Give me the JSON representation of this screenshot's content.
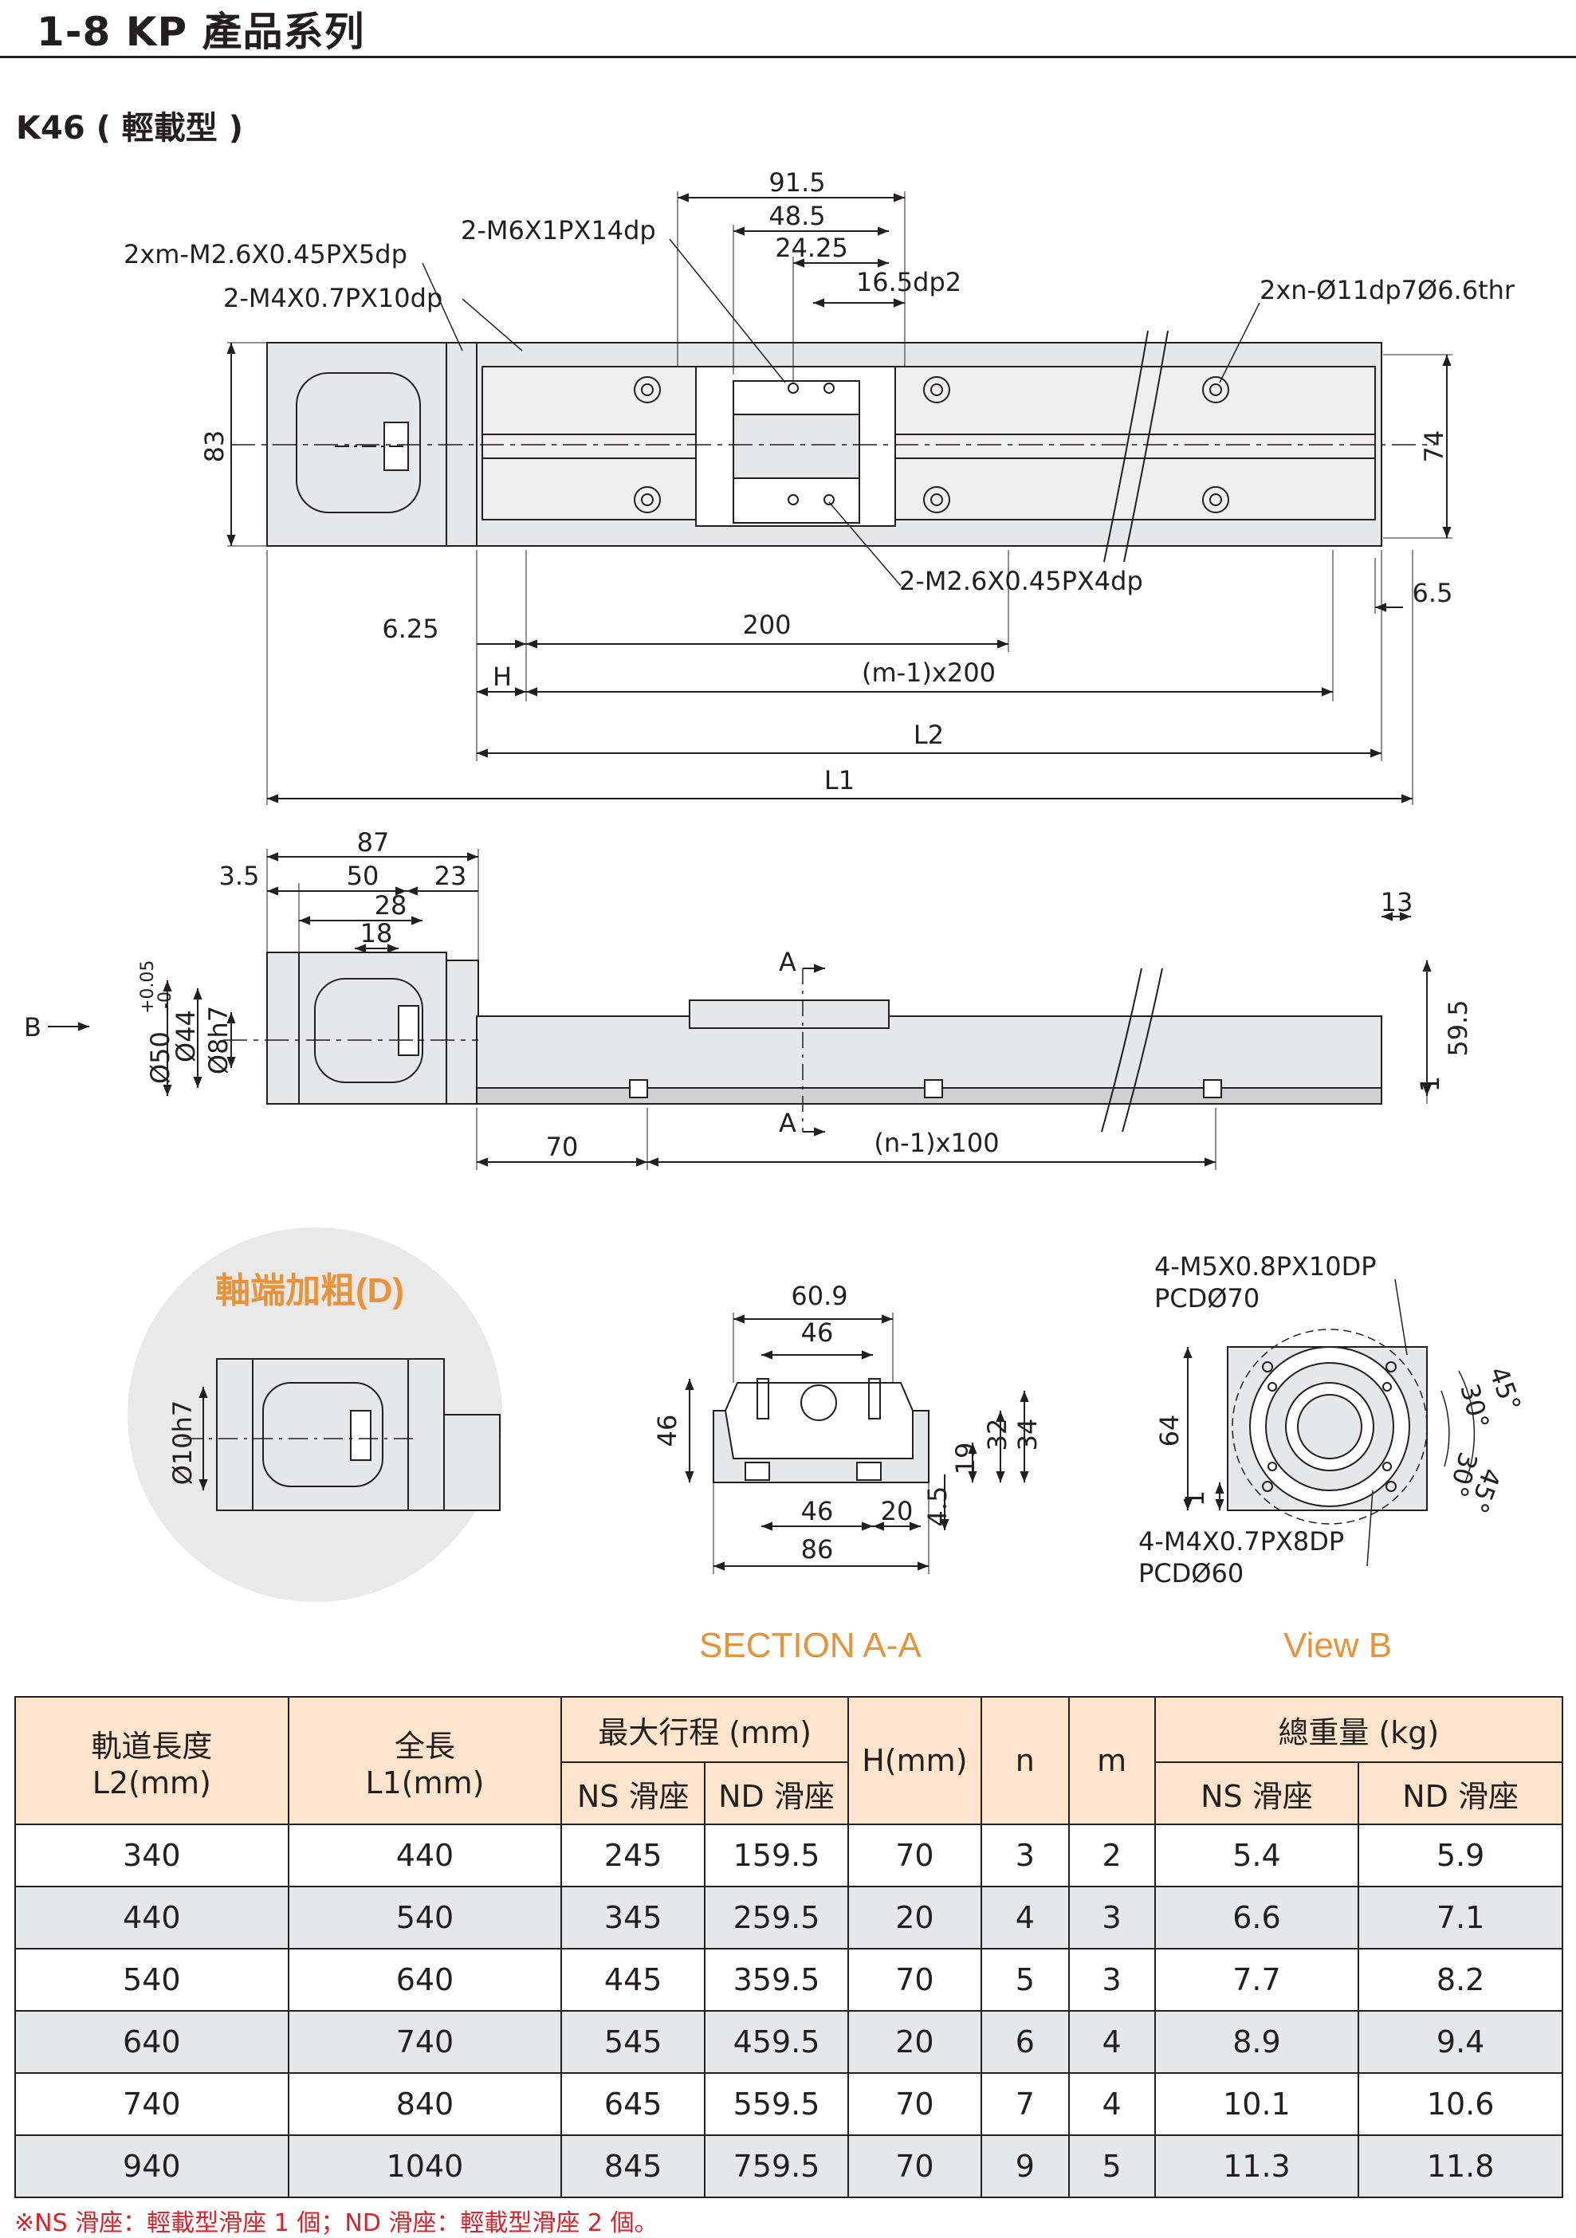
{
  "header": {
    "title": "1-8 KP 產品系列"
  },
  "model": {
    "label": "K46 ( 輕載型 )"
  },
  "top_view": {
    "dims": [
      "91.5",
      "48.5",
      "24.25",
      "16.5dp2",
      "83",
      "74",
      "6.5",
      "6.25",
      "200",
      "H",
      "(m-1)x200",
      "L2",
      "L1"
    ],
    "callouts": [
      "2xm-M2.6X0.45PX5dp",
      "2-M6X1PX14dp",
      "2-M4X0.7PX10dp",
      "2xn-Ø11dp7Ø6.6thr",
      "2-M2.6X0.45PX4dp"
    ]
  },
  "side_view": {
    "dims": [
      "87",
      "3.5",
      "50",
      "23",
      "28",
      "18",
      "13",
      "59.5",
      "1",
      "70",
      "(n-1)x100",
      "Ø44",
      "Ø8h7"
    ],
    "shaft_dia": "Ø50",
    "shaft_tol_upper": "+0.05",
    "shaft_tol_lower": "-0",
    "section_marks": [
      "A",
      "A"
    ],
    "view_arrow": "B"
  },
  "detail": {
    "title": "軸端加粗(D)",
    "dim": "Ø10h7"
  },
  "section": {
    "dims": [
      "60.9",
      "46",
      "46",
      "32",
      "34",
      "19",
      "4.5",
      "46",
      "20",
      "86"
    ],
    "title": "SECTION A-A"
  },
  "view_b": {
    "callout_top_1": "4-M5X0.8PX10DP",
    "callout_top_2": "PCDØ70",
    "callout_bottom_1": "4-M4X0.7PX8DP",
    "callout_bottom_2": "PCDØ60",
    "dims": [
      "64",
      "1",
      "45°",
      "30°",
      "30°",
      "45°"
    ],
    "title": "View B"
  },
  "table": {
    "headers": {
      "l2_line1": "軌道長度",
      "l2_line2": "L2(mm)",
      "l1_line1": "全長",
      "l1_line2": "L1(mm)",
      "stroke": "最大行程 (mm)",
      "ns": "NS 滑座",
      "nd": "ND 滑座",
      "h": "H(mm)",
      "n": "n",
      "m": "m",
      "weight": "總重量 (kg)",
      "w_ns": "NS 滑座",
      "w_nd": "ND 滑座"
    },
    "rows": [
      [
        "340",
        "440",
        "245",
        "159.5",
        "70",
        "3",
        "2",
        "5.4",
        "5.9"
      ],
      [
        "440",
        "540",
        "345",
        "259.5",
        "20",
        "4",
        "3",
        "6.6",
        "7.1"
      ],
      [
        "540",
        "640",
        "445",
        "359.5",
        "70",
        "5",
        "3",
        "7.7",
        "8.2"
      ],
      [
        "640",
        "740",
        "545",
        "459.5",
        "20",
        "6",
        "4",
        "8.9",
        "9.4"
      ],
      [
        "740",
        "840",
        "645",
        "559.5",
        "70",
        "7",
        "4",
        "10.1",
        "10.6"
      ],
      [
        "940",
        "1040",
        "845",
        "759.5",
        "70",
        "9",
        "5",
        "11.3",
        "11.8"
      ]
    ]
  },
  "note": "※NS 滑座：輕載型滑座 1 個；ND 滑座：輕載型滑座 2 個。",
  "colors": {
    "accent_orange": "#e8923a",
    "header_fill": "#fce5cc",
    "alt_row": "#e6e7e8",
    "note_red": "#d7232b",
    "detail_bg": "#e9e9e9"
  }
}
